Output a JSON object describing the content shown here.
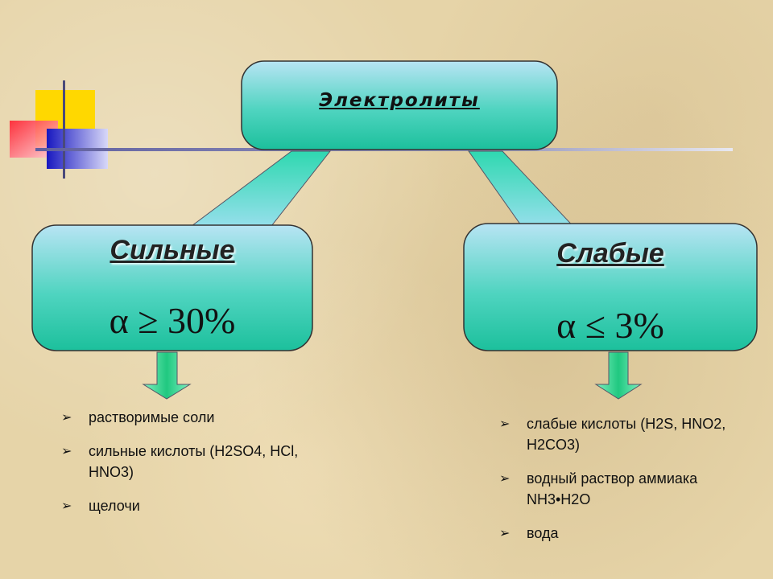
{
  "title": "Электролиты",
  "strong": {
    "heading": "Сильные",
    "formula": "α ≥ 30%",
    "items": [
      "растворимые соли",
      "сильные кислоты (H2SO4, HCl, HNO3)",
      "щелочи"
    ]
  },
  "weak": {
    "heading": "Слабые",
    "formula": "α ≤ 3%",
    "items": [
      "слабые кислоты (H2S, HNO2, H2CO3)",
      "водный раствор аммиака NH3•H2O",
      "вода"
    ]
  },
  "colors": {
    "box_top": "#a8dcf0",
    "box_bottom": "#1fc4a0",
    "arrow": "#2fd08c",
    "deco_yellow": "#ffd800",
    "deco_red": "#ff3040",
    "deco_blue": "#2020c0"
  }
}
